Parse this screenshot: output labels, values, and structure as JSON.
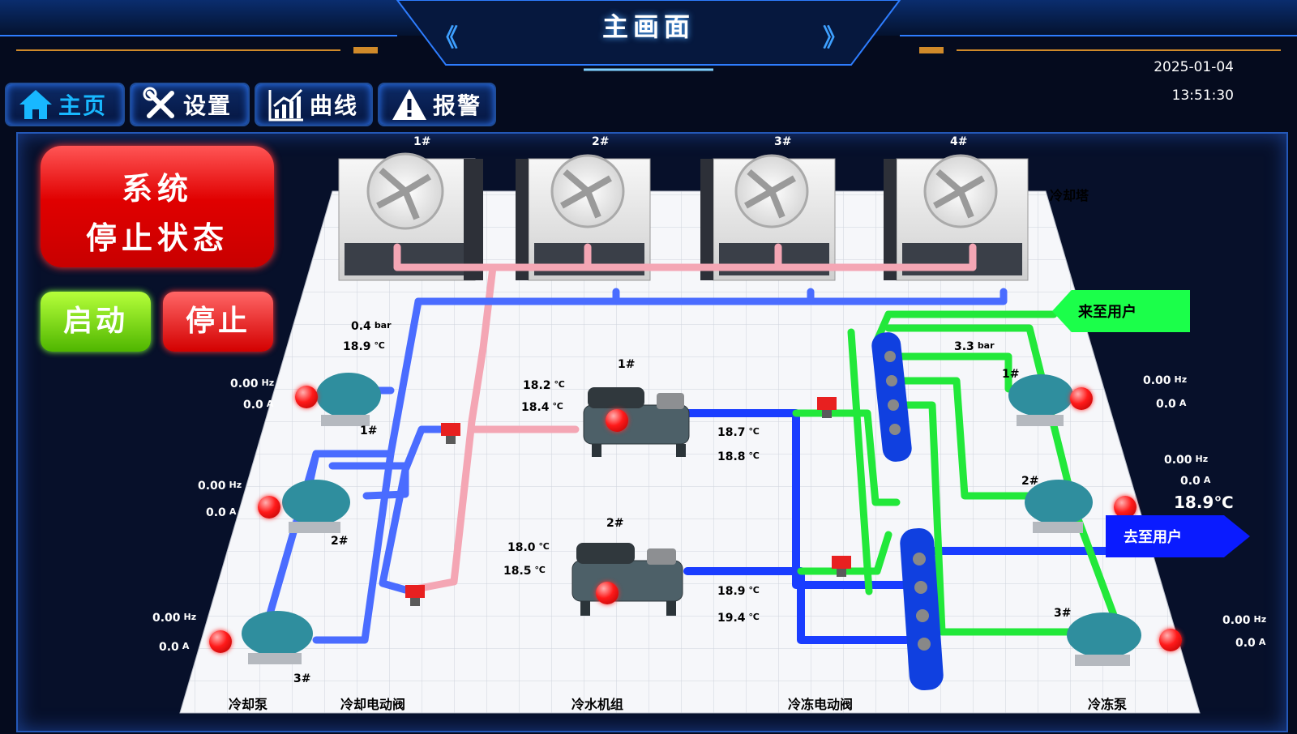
{
  "header": {
    "title": "主画面",
    "left_chevron": "《",
    "right_chevron": "》",
    "date": "2025-01-04",
    "time": "13:51:30"
  },
  "nav": [
    {
      "label": "主页",
      "icon": "home-icon"
    },
    {
      "label": "设置",
      "icon": "tools-icon"
    },
    {
      "label": "曲线",
      "icon": "chart-icon"
    },
    {
      "label": "报警",
      "icon": "warning-icon"
    }
  ],
  "status": {
    "line1": "系统",
    "line2": "停止状态"
  },
  "controls": {
    "start": "启动",
    "stop": "停止"
  },
  "towers": {
    "labels": [
      "1#",
      "2#",
      "3#",
      "4#"
    ],
    "name": "冷却塔"
  },
  "cooling_header": {
    "pressure": "0.4",
    "pressure_unit": "bar",
    "temp": "18.9",
    "temp_unit": "℃"
  },
  "cooling_pumps": [
    {
      "id": "1#",
      "hz": "0.00",
      "a": "0.0"
    },
    {
      "id": "2#",
      "hz": "0.00",
      "a": "0.0"
    },
    {
      "id": "3#",
      "hz": "0.00",
      "a": "0.0"
    }
  ],
  "chillers": [
    {
      "id": "1#",
      "cw_in": "18.2",
      "cw_out": "18.4",
      "chw_in": "18.7",
      "chw_out": "18.8"
    },
    {
      "id": "2#",
      "cw_in": "18.0",
      "cw_out": "18.5",
      "chw_in": "18.9",
      "chw_out": "19.4"
    }
  ],
  "chilled_header": {
    "pressure": "3.3",
    "pressure_unit": "bar"
  },
  "chilled_pumps": [
    {
      "id": "1#",
      "hz": "0.00",
      "a": "0.0"
    },
    {
      "id": "2#",
      "hz": "0.00",
      "a": "0.0"
    },
    {
      "id": "3#",
      "hz": "0.00",
      "a": "0.0"
    }
  ],
  "units": {
    "hz": "Hz",
    "a": "A",
    "c": "℃"
  },
  "flags": {
    "from_user": "来至用户",
    "to_user": "去至用户",
    "supply_temp": "18.9℃"
  },
  "labels": {
    "cooling_pump": "冷却泵",
    "cooling_valve": "冷却电动阀",
    "chiller_unit": "冷水机组",
    "chilled_valve": "冷冻电动阀",
    "chilled_pump": "冷冻泵"
  },
  "colors": {
    "cooling_return": "#f4a6b4",
    "cooling_supply": "#4a6cff",
    "chilled": "#22e83a",
    "alarm": "#ff1a1a"
  }
}
